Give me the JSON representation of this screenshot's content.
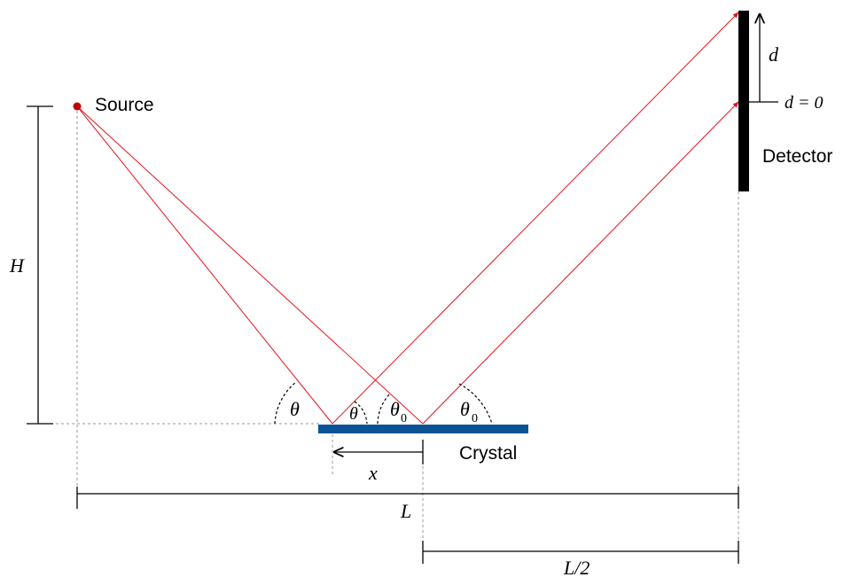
{
  "labels": {
    "source": "Source",
    "detector": "Detector",
    "crystal": "Crystal",
    "H": "H",
    "L": "L",
    "L_half": "L/2",
    "x": "x",
    "d": "d",
    "d_zero": "d = 0",
    "theta": "θ",
    "theta0_base": "θ",
    "theta0_sub": "0"
  },
  "colors": {
    "ray": "#e8141e",
    "source_dot": "#c00000",
    "crystal": "#0b5394",
    "detector": "#000000",
    "guide": "#9a9a9a"
  }
}
